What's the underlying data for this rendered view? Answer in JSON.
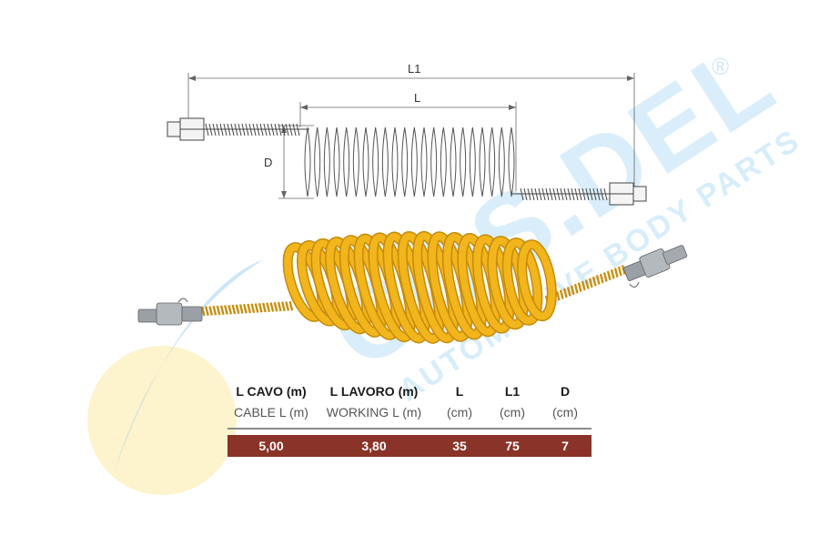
{
  "watermark": {
    "brand": "COS.DEL",
    "registered": "®",
    "tagline": "AUTOMOTIVE BODY PARTS",
    "brand_color": "#3f9fdc",
    "accent_color": "#f5d040"
  },
  "diagram": {
    "labels": {
      "l1": "L1",
      "l": "L",
      "d": "D"
    }
  },
  "product": {
    "hose_color": "#f2b51c",
    "fitting_color": "#9aa0a6"
  },
  "table": {
    "headers": [
      {
        "main": "L  CAVO (m)",
        "sub": "CABLE L (m)"
      },
      {
        "main": "L LAVORO (m)",
        "sub": "WORKING L (m)"
      },
      {
        "main": "L",
        "sub": "(cm)"
      },
      {
        "main": "L1",
        "sub": "(cm)"
      },
      {
        "main": "D",
        "sub": "(cm)"
      }
    ],
    "rows": [
      [
        "5,00",
        "3,80",
        "35",
        "75",
        "7"
      ]
    ],
    "row_color": "#8a3328"
  }
}
